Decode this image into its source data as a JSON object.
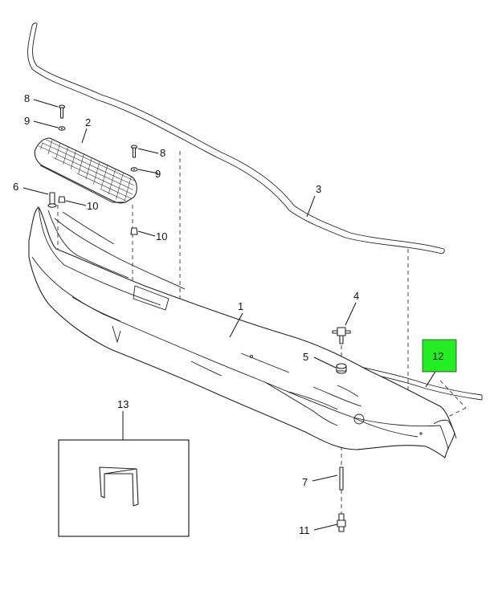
{
  "diagram": {
    "callouts": [
      {
        "id": "c1",
        "text": "1"
      },
      {
        "id": "c2",
        "text": "2"
      },
      {
        "id": "c3",
        "text": "3"
      },
      {
        "id": "c4",
        "text": "4"
      },
      {
        "id": "c5",
        "text": "5"
      },
      {
        "id": "c6",
        "text": "6"
      },
      {
        "id": "c7",
        "text": "7"
      },
      {
        "id": "c8a",
        "text": "8"
      },
      {
        "id": "c8b",
        "text": "8"
      },
      {
        "id": "c9a",
        "text": "9"
      },
      {
        "id": "c9b",
        "text": "9"
      },
      {
        "id": "c10a",
        "text": "10"
      },
      {
        "id": "c10b",
        "text": "10"
      },
      {
        "id": "c11",
        "text": "11"
      },
      {
        "id": "c12",
        "text": "12"
      },
      {
        "id": "c13",
        "text": "13"
      }
    ],
    "highlight_color": "#22ee22"
  }
}
